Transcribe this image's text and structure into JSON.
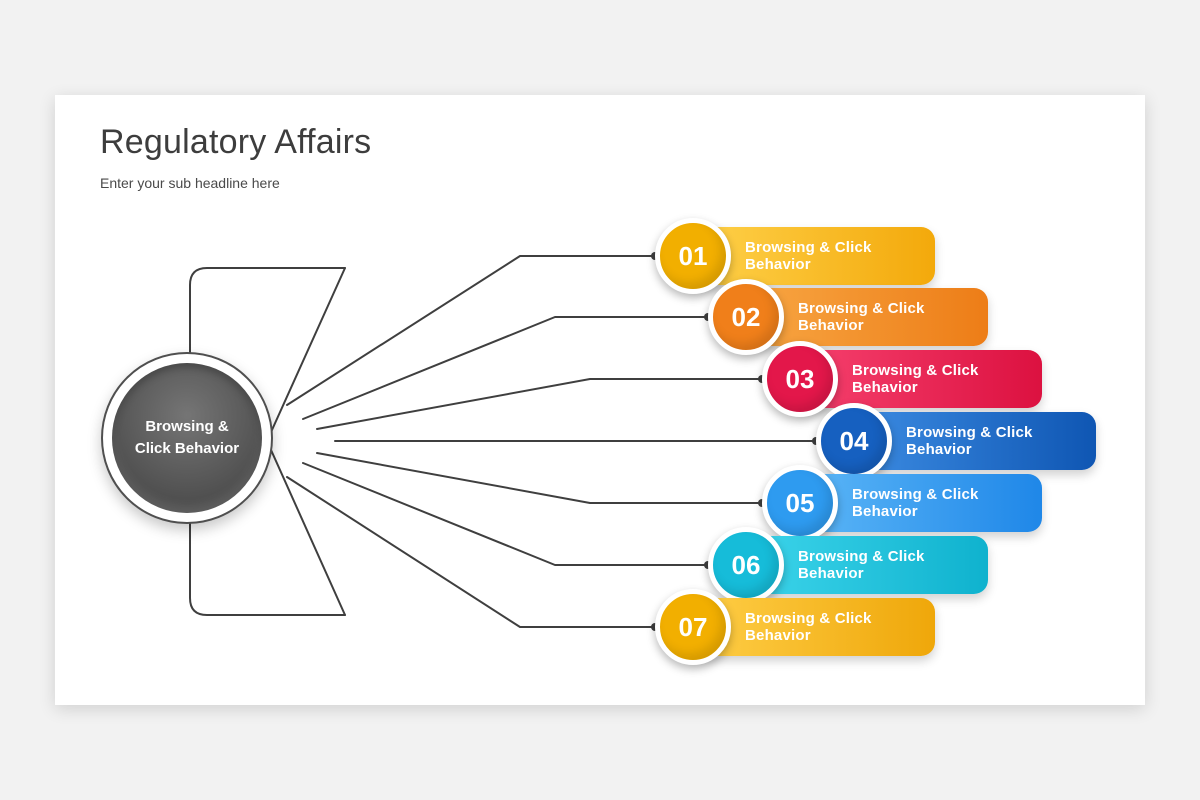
{
  "slide": {
    "title": "Regulatory Affairs",
    "subtitle": "Enter your sub headline here"
  },
  "hub": {
    "label": "Browsing &\nClick Behavior",
    "colors": {
      "disc": "#4c4c4c",
      "outline": "#4f4f4f"
    }
  },
  "diagram": {
    "line_color": "#3f3f3f"
  },
  "items": [
    {
      "number": "01",
      "label": "Browsing & Click Behavior",
      "colors": {
        "badge": "#F2AF00",
        "bar_from": "#FFD34D",
        "bar_to": "#F3A90B"
      }
    },
    {
      "number": "02",
      "label": "Browsing & Click Behavior",
      "colors": {
        "badge": "#F07F1A",
        "bar_from": "#F8A845",
        "bar_to": "#ED7D17"
      }
    },
    {
      "number": "03",
      "label": "Browsing & Click Behavior",
      "colors": {
        "badge": "#E3174A",
        "bar_from": "#F74370",
        "bar_to": "#DC1140"
      }
    },
    {
      "number": "04",
      "label": "Browsing & Click Behavior",
      "colors": {
        "badge": "#1660C0",
        "bar_from": "#3E8EE4",
        "bar_to": "#0F56B3"
      }
    },
    {
      "number": "05",
      "label": "Browsing & Click Behavior",
      "colors": {
        "badge": "#2E9BF0",
        "bar_from": "#5FB9F8",
        "bar_to": "#1F87E8"
      }
    },
    {
      "number": "06",
      "label": "Browsing & Click Behavior",
      "colors": {
        "badge": "#16BCD9",
        "bar_from": "#3FD6EC",
        "bar_to": "#0FB2CE"
      }
    },
    {
      "number": "07",
      "label": "Browsing & Click Behavior",
      "colors": {
        "badge": "#F2AF00",
        "bar_from": "#FFD04A",
        "bar_to": "#EFA70A"
      }
    }
  ]
}
